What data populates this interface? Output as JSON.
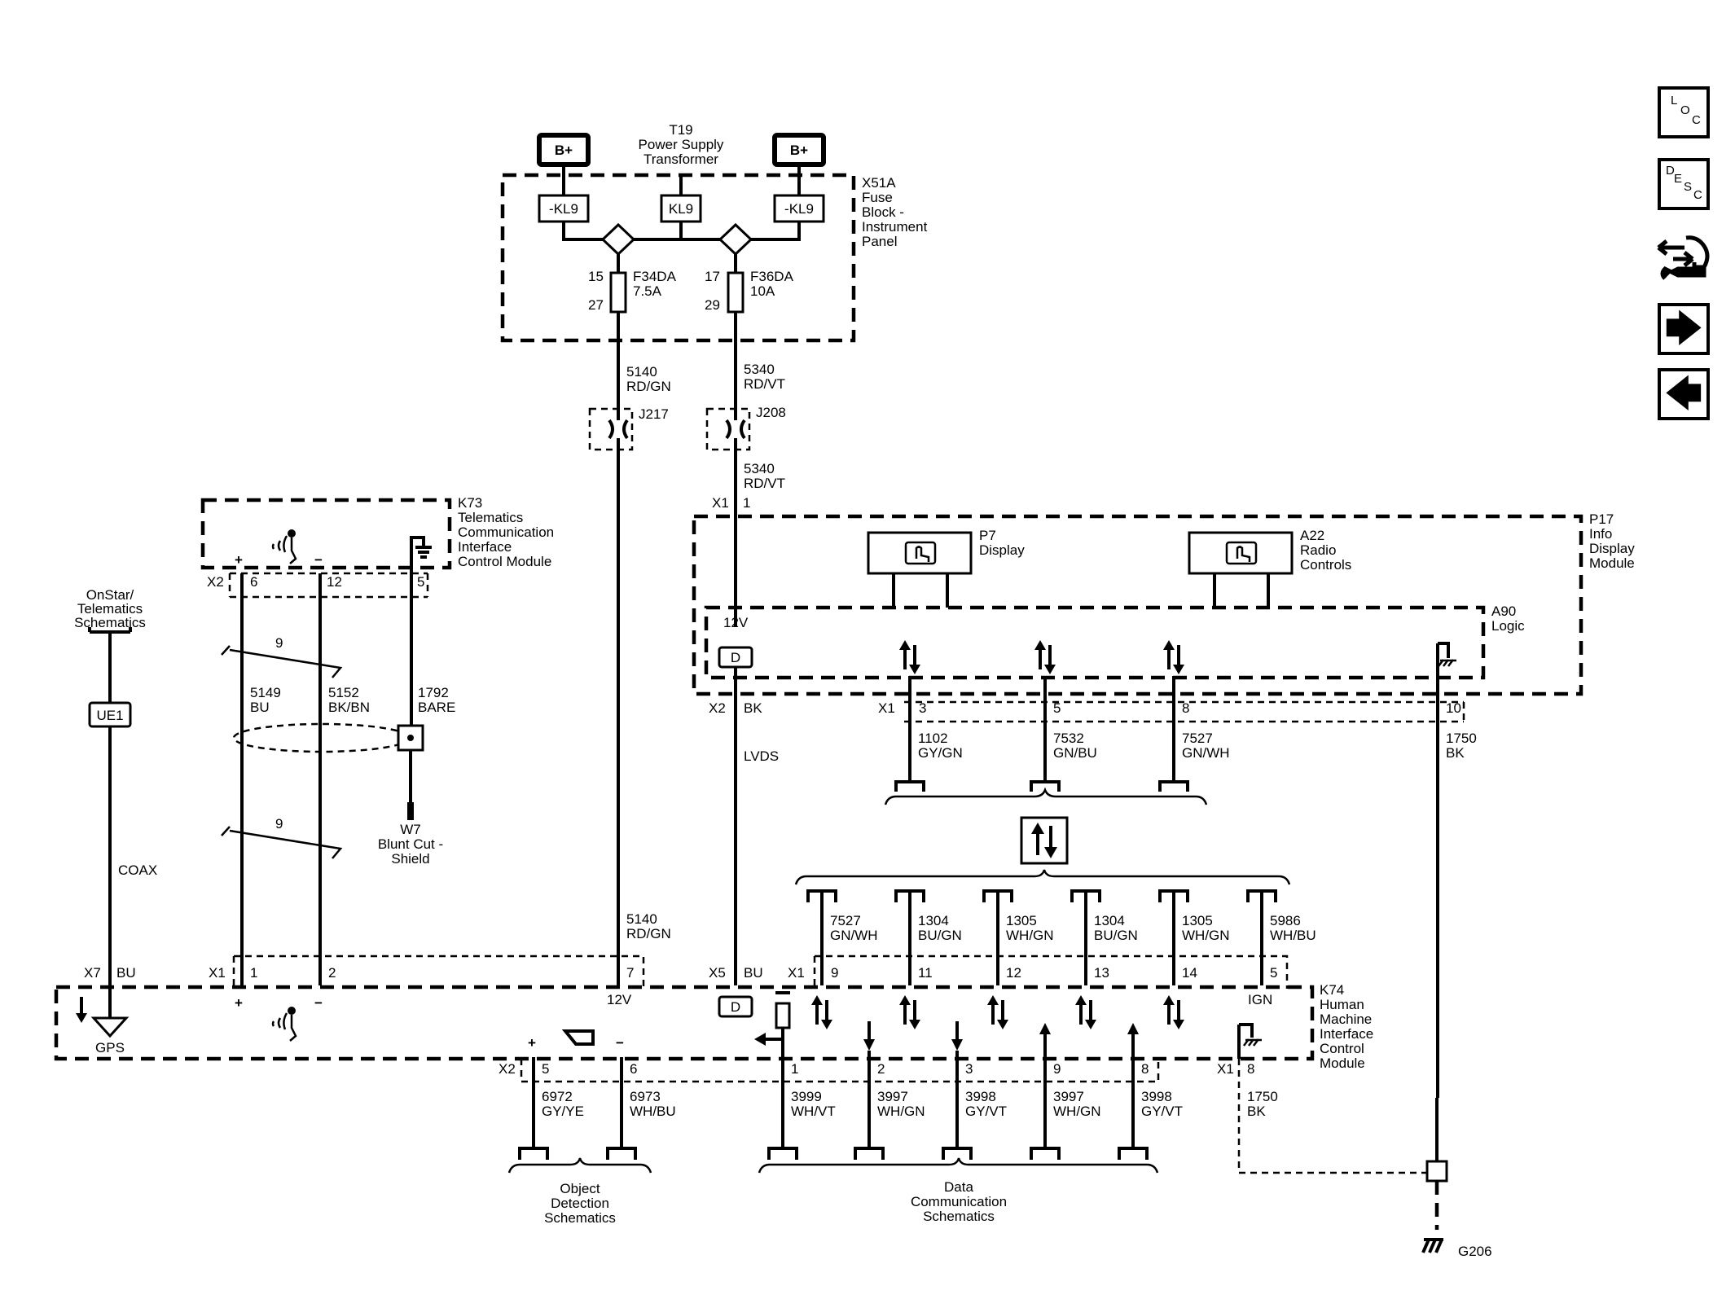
{
  "nav": {
    "loc": [
      "L",
      "O",
      "C"
    ],
    "desc": [
      "D",
      "E",
      "S",
      "C"
    ],
    "next": "🡆",
    "prev": "🡄"
  },
  "power": {
    "bplus": "B+",
    "t19": [
      "T19",
      "Power Supply",
      "Transformer"
    ],
    "fuse_block": [
      "X51A",
      "Fuse",
      "Block -",
      "Instrument",
      "Panel"
    ],
    "kl9_left": "-KL9",
    "kl9_mid": "KL9",
    "kl9_right": "-KL9",
    "f34": {
      "in": "15",
      "name": "F34DA",
      "rating": "7.5A",
      "out": "27"
    },
    "f36": {
      "in": "17",
      "name": "F36DA",
      "rating": "10A",
      "out": "29"
    },
    "w5140_top": [
      "5140",
      "RD/GN"
    ],
    "w5340_top": [
      "5340",
      "RD/VT"
    ],
    "j217": "J217",
    "j208": "J208",
    "w5340_mid": [
      "5340",
      "RD/VT"
    ],
    "x1_1": [
      "X1",
      "1"
    ]
  },
  "k73": {
    "name": [
      "K73",
      "Telematics",
      "Communication",
      "Interface",
      "Control Module"
    ],
    "plus": "+",
    "minus": "−",
    "x2": "X2",
    "pins": [
      "6",
      "12",
      "5"
    ],
    "twist": "9",
    "w5149": [
      "5149",
      "BU"
    ],
    "w5152": [
      "5152",
      "BK/BN"
    ],
    "w1792": [
      "1792",
      "BARE"
    ],
    "w7": [
      "W7",
      "Blunt Cut -",
      "Shield"
    ]
  },
  "onstar": {
    "label": [
      "OnStar/",
      "Telematics",
      "Schematics"
    ],
    "ue1": "UE1",
    "coax": "COAX",
    "x7": "X7",
    "bu": "BU",
    "gps": "GPS"
  },
  "p17": {
    "name": [
      "P17",
      "Info",
      "Display",
      "Module"
    ],
    "p7": [
      "P7",
      "Display"
    ],
    "a22": [
      "A22",
      "Radio",
      "Controls"
    ],
    "a90": [
      "A90",
      "Logic"
    ],
    "v12": "12V",
    "d": "D",
    "x2": "X2",
    "bk": "BK",
    "x1": "X1",
    "pins": [
      "3",
      "5",
      "8",
      "10"
    ],
    "lvds": "LVDS",
    "w1102": [
      "1102",
      "GY/GN"
    ],
    "w7532": [
      "7532",
      "GN/BU"
    ],
    "w7527": [
      "7527",
      "GN/WH"
    ],
    "w1750": [
      "1750",
      "BK"
    ]
  },
  "k74": {
    "name": [
      "K74",
      "Human",
      "Machine",
      "Interface",
      "Control",
      "Module"
    ],
    "x1_left": "X1",
    "pin1": "1",
    "pin2": "2",
    "pin7": "7",
    "v12": "12V",
    "x5": "X5",
    "x5_bu": "BU",
    "x1_right": "X1",
    "top_pins": [
      "9",
      "11",
      "12",
      "13",
      "14",
      "5"
    ],
    "ign": "IGN",
    "w5140_bot": [
      "5140",
      "RD/GN"
    ],
    "top_wires": [
      [
        "7527",
        "GN/WH"
      ],
      [
        "1304",
        "BU/GN"
      ],
      [
        "1305",
        "WH/GN"
      ],
      [
        "1304",
        "BU/GN"
      ],
      [
        "1305",
        "WH/GN"
      ],
      [
        "5986",
        "WH/BU"
      ]
    ],
    "x2": "X2",
    "x2_pins": [
      "5",
      "6"
    ],
    "bottom_pins": [
      "1",
      "2",
      "3",
      "9",
      "8"
    ],
    "x1_8": [
      "X1",
      "8"
    ],
    "w6972": [
      "6972",
      "GY/YE"
    ],
    "w6973": [
      "6973",
      "WH/BU"
    ],
    "bottom_wires": [
      [
        "3999",
        "WH/VT"
      ],
      [
        "3997",
        "WH/GN"
      ],
      [
        "3998",
        "GY/VT"
      ],
      [
        "3997",
        "WH/GN"
      ],
      [
        "3998",
        "GY/VT"
      ]
    ],
    "w1750": [
      "1750",
      "BK"
    ],
    "object": [
      "Object",
      "Detection",
      "Schematics"
    ],
    "datacomm": [
      "Data",
      "Communication",
      "Schematics"
    ],
    "g206": "G206"
  }
}
